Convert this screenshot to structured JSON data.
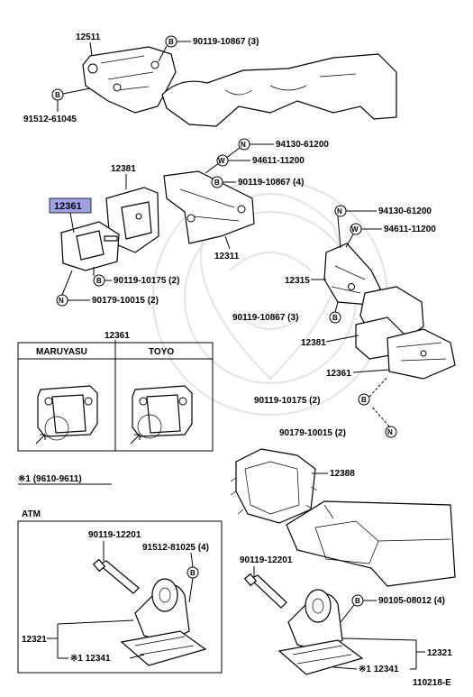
{
  "diagram_id": "110218-E",
  "symbols": {
    "b": "B",
    "n": "N",
    "w": "W"
  },
  "parts": {
    "p12511": "12511",
    "p90119_10867_3_top": "90119-10867 (3)",
    "p91512_61045": "91512-61045",
    "p12381_top": "12381",
    "p12361_hl": "12361",
    "p90119_10175_2_left": "90119-10175 (2)",
    "p90179_10015_2_left": "90179-10015 (2)",
    "p94130_61200_a": "94130-61200",
    "p94611_11200_a": "94611-11200",
    "p90119_10867_4": "90119-10867 (4)",
    "p12311": "12311",
    "p94130_61200_b": "94130-61200",
    "p94611_11200_b": "94611-11200",
    "p12315": "12315",
    "p90119_10867_3_mid": "90119-10867 (3)",
    "p12381_right": "12381",
    "p12361_right": "12361",
    "p90119_10175_2_right": "90119-10175 (2)",
    "p90179_10015_2_right": "90179-10015 (2)",
    "p12388": "12388",
    "p12361_box": "12361",
    "p90119_12201_left": "90119-12201",
    "p91512_81025_4": "91512-81025 (4)",
    "p12321_left": "12321",
    "p12341_left": "※1 12341",
    "p90119_12201_right": "90119-12201",
    "p90105_08012_4": "90105-08012 (4)",
    "p12321_right": "12321",
    "p12341_right": "※1 12341"
  },
  "box": {
    "maker_left": "MARUYASU",
    "maker_right": "TOYO"
  },
  "note": "※1 (9610-9611)",
  "atm_label": "ATM"
}
